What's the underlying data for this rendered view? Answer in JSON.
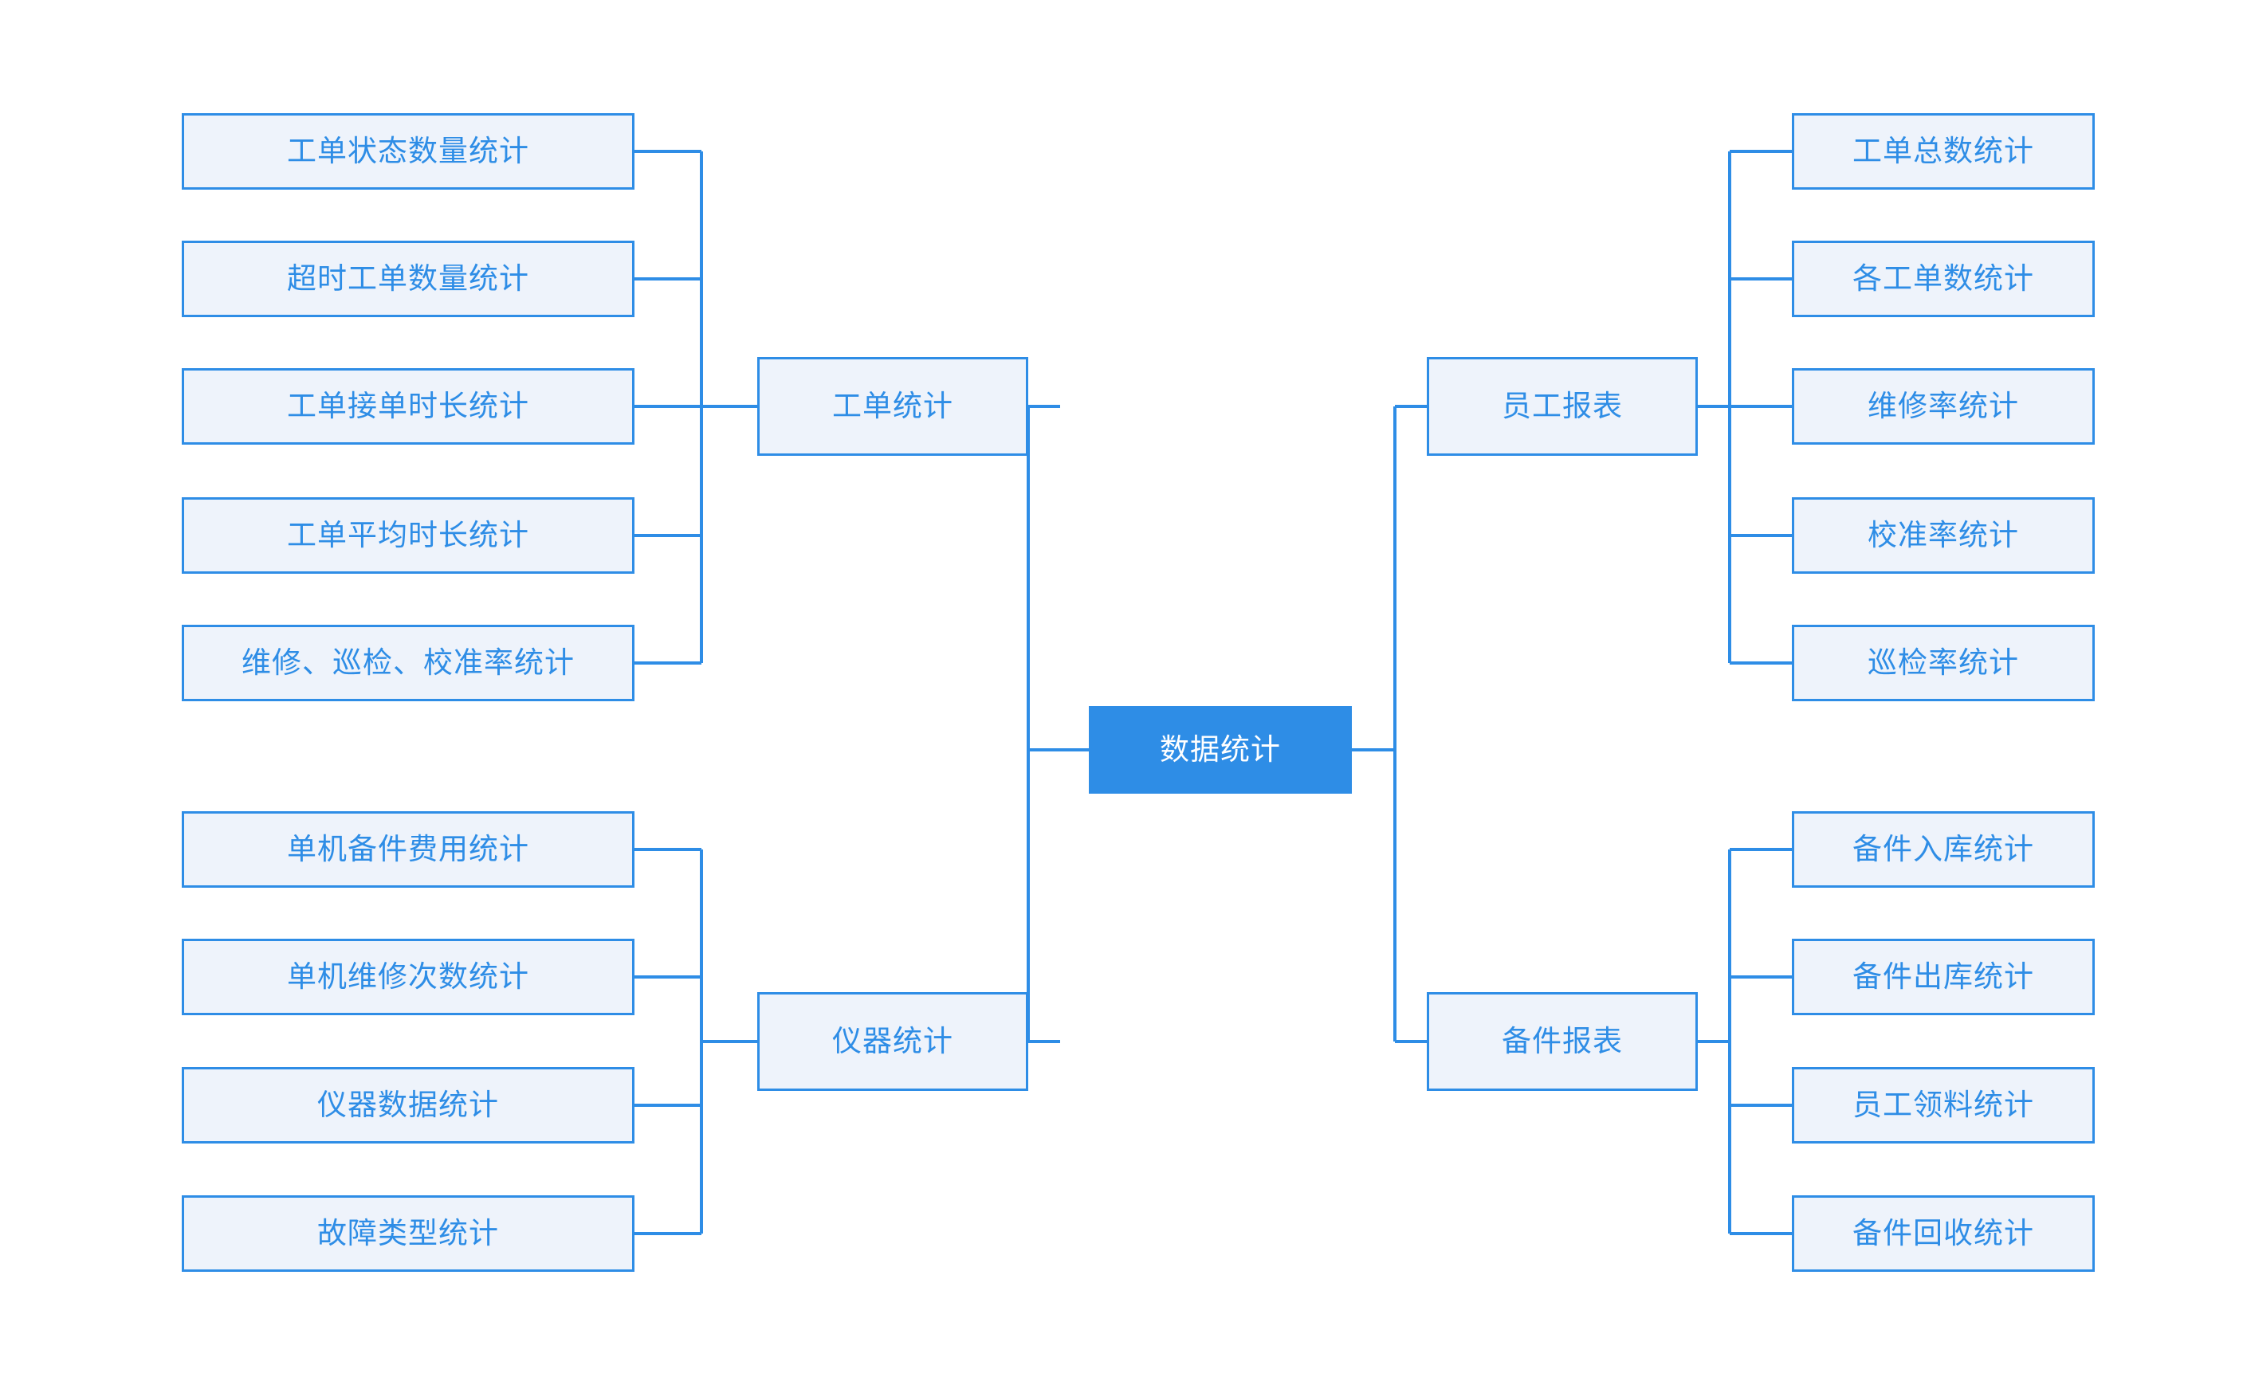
{
  "diagram": {
    "title": "数据统计",
    "type": "mindmap",
    "colors": {
      "accent": "#2e8de6",
      "node_fill": "#eef3fb",
      "node_border": "#2e8de6",
      "node_text": "#2e8de6",
      "root_fill": "#2e8de6",
      "root_text": "#ffffff",
      "background": "#ffffff"
    },
    "root": {
      "label": "数据统计"
    },
    "branches": [
      {
        "id": "work-order-stats",
        "label": "工单统计",
        "side": "left",
        "children": [
          {
            "label": "工单状态数量统计"
          },
          {
            "label": "超时工单数量统计"
          },
          {
            "label": "工单接单时长统计"
          },
          {
            "label": "工单平均时长统计"
          },
          {
            "label": "维修、巡检、校准率统计"
          }
        ]
      },
      {
        "id": "instrument-stats",
        "label": "仪器统计",
        "side": "left",
        "children": [
          {
            "label": "单机备件费用统计"
          },
          {
            "label": "单机维修次数统计"
          },
          {
            "label": "仪器数据统计"
          },
          {
            "label": "故障类型统计"
          }
        ]
      },
      {
        "id": "staff-report",
        "label": "员工报表",
        "side": "right",
        "children": [
          {
            "label": "工单总数统计"
          },
          {
            "label": "各工单数统计"
          },
          {
            "label": "维修率统计"
          },
          {
            "label": "校准率统计"
          },
          {
            "label": "巡检率统计"
          }
        ]
      },
      {
        "id": "spare-part-report",
        "label": "备件报表",
        "side": "right",
        "children": [
          {
            "label": "备件入库统计"
          },
          {
            "label": "备件出库统计"
          },
          {
            "label": "员工领料统计"
          },
          {
            "label": "备件回收统计"
          }
        ]
      }
    ]
  }
}
